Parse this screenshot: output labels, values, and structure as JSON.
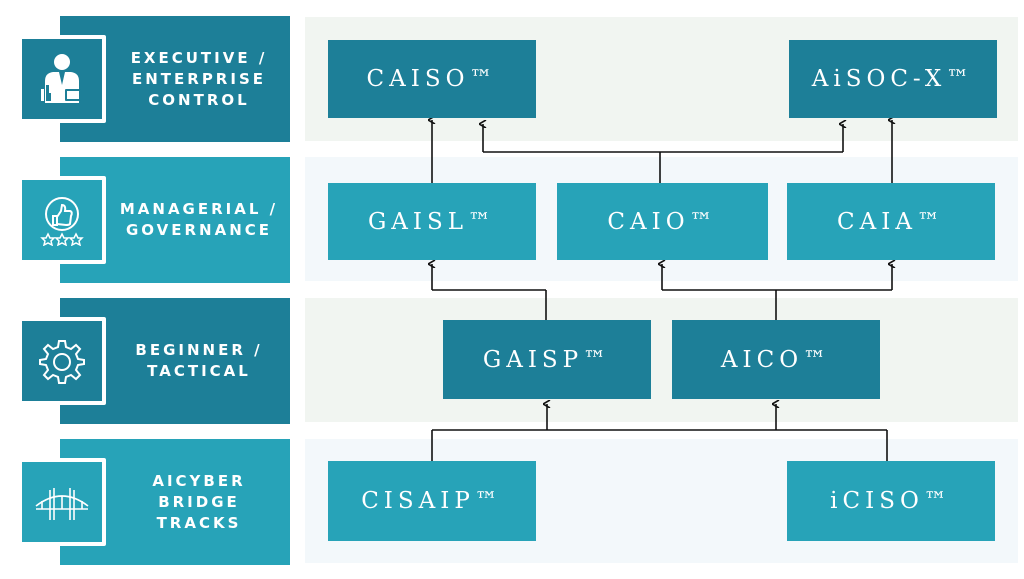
{
  "tiers": [
    {
      "label": "EXECUTIVE /\nENTERPRISE\nCONTROL",
      "icon": "executive-icon"
    },
    {
      "label": "MANAGERIAL /\nGOVERNANCE",
      "icon": "thumbs-up-rating-icon"
    },
    {
      "label": "BEGINNER /\nTACTICAL",
      "icon": "gear-icon"
    },
    {
      "label": "AICYBER BRIDGE\nTRACKS",
      "icon": "bridge-icon"
    }
  ],
  "nodes": {
    "caiso": "CAISO™",
    "aisocx": "AiSOC-X™",
    "gaisl": "GAISL™",
    "caio": "CAIO™",
    "caia": "CAIA™",
    "gaisp": "GAISP™",
    "aico": "AICO™",
    "cisaip": "CISAIP™",
    "iciso": "iCISO™"
  },
  "colors": {
    "dark": "#1d7f98",
    "mid": "#27a3b8",
    "line": "#111111"
  }
}
